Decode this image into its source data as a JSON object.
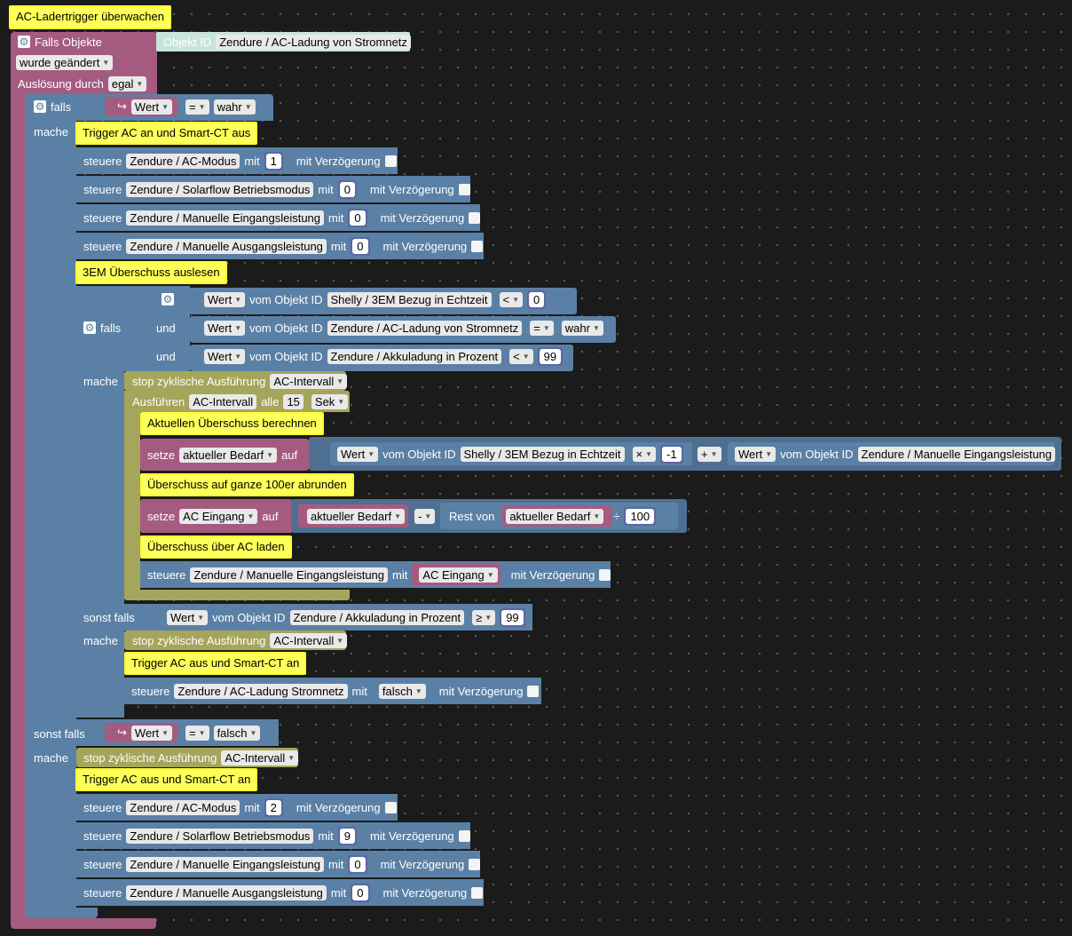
{
  "trigger": {
    "comment": "AC-Ladertrigger überwachen",
    "falls_objekte": "Falls Objekte",
    "objekt_id_label": "Objekt ID",
    "objekt_id_value": "Zendure / AC-Ladung von Stromnetz",
    "wurde_geaendert": "wurde geändert",
    "ausloesung_label": "Auslösung durch",
    "ausloesung_value": "egal"
  },
  "if_outer": {
    "falls": "falls",
    "mache": "mache",
    "sonst_falls": "sonst falls",
    "cond1": {
      "wert": "Wert",
      "op": "=",
      "val": "wahr"
    },
    "cond2": {
      "wert": "Wert",
      "op": "=",
      "val": "falsch"
    }
  },
  "block1": {
    "comment1": "Trigger AC an und Smart-CT aus",
    "controls": [
      {
        "verb": "steuere",
        "obj": "Zendure / AC-Modus",
        "mit": "mit",
        "val": "1",
        "delay": "mit Verzögerung"
      },
      {
        "verb": "steuere",
        "obj": "Zendure / Solarflow Betriebsmodus",
        "mit": "mit",
        "val": "0",
        "delay": "mit Verzögerung"
      },
      {
        "verb": "steuere",
        "obj": "Zendure / Manuelle Eingangsleistung",
        "mit": "mit",
        "val": "0",
        "delay": "mit Verzögerung"
      },
      {
        "verb": "steuere",
        "obj": "Zendure / Manuelle Ausgangsleistung",
        "mit": "mit",
        "val": "0",
        "delay": "mit Verzögerung"
      }
    ],
    "comment2": "3EM Überschuss auslesen"
  },
  "if_inner": {
    "falls": "falls",
    "und": "und",
    "mache": "mache",
    "sonst_falls": "sonst falls",
    "conds": [
      {
        "wert": "Wert",
        "vom": "vom Objekt ID",
        "obj": "Shelly / 3EM Bezug in Echtzeit",
        "op": "<",
        "val": "0"
      },
      {
        "wert": "Wert",
        "vom": "vom Objekt ID",
        "obj": "Zendure / AC-Ladung von Stromnetz",
        "op": "=",
        "val": "wahr"
      },
      {
        "wert": "Wert",
        "vom": "vom Objekt ID",
        "obj": "Zendure / Akkuladung in Prozent",
        "op": "<",
        "val": "99"
      }
    ],
    "else_cond": {
      "wert": "Wert",
      "vom": "vom Objekt ID",
      "obj": "Zendure / Akkuladung in Prozent",
      "op": "≥",
      "val": "99"
    }
  },
  "timer": {
    "stop": "stop zyklische Ausführung",
    "name": "AC-Intervall",
    "ausfuehren": "Ausführen",
    "alle": "alle",
    "interval": "15",
    "unit": "Sek"
  },
  "loop": {
    "comment1": "Aktuellen Überschuss berechnen",
    "setze": "setze",
    "var1": "aktueller Bedarf",
    "auf": "auf",
    "expr1": {
      "wert": "Wert",
      "vom": "vom Objekt ID",
      "obj1": "Shelly / 3EM Bezug in Echtzeit",
      "op_mul": "×",
      "neg": "-1",
      "op_add": "+",
      "wert2": "Wert",
      "vom2": "vom Objekt ID",
      "obj2": "Zendure / Manuelle Eingangsleistung"
    },
    "comment2": "Überschuss auf ganze 100er abrunden",
    "var2": "AC Eingang",
    "expr2": {
      "var": "aktueller Bedarf",
      "op": "-",
      "rest": "Rest von",
      "var2": "aktueller Bedarf",
      "div": "÷",
      "num": "100"
    },
    "comment3": "Überschuss über AC laden",
    "ctrl": {
      "verb": "steuere",
      "obj": "Zendure / Manuelle Eingangsleistung",
      "mit": "mit",
      "val": "AC Eingang",
      "delay": "mit Verzögerung"
    }
  },
  "else_inner": {
    "comment": "Trigger AC aus und Smart-CT an",
    "ctrl": {
      "verb": "steuere",
      "obj": "Zendure / AC-Ladung Stromnetz",
      "mit": "mit",
      "val": "falsch",
      "delay": "mit Verzögerung"
    }
  },
  "block2": {
    "comment": "Trigger AC aus und Smart-CT an",
    "controls": [
      {
        "verb": "steuere",
        "obj": "Zendure / AC-Modus",
        "mit": "mit",
        "val": "2",
        "delay": "mit Verzögerung"
      },
      {
        "verb": "steuere",
        "obj": "Zendure / Solarflow Betriebsmodus",
        "mit": "mit",
        "val": "9",
        "delay": "mit Verzögerung"
      },
      {
        "verb": "steuere",
        "obj": "Zendure / Manuelle Eingangsleistung",
        "mit": "mit",
        "val": "0",
        "delay": "mit Verzögerung"
      },
      {
        "verb": "steuere",
        "obj": "Zendure / Manuelle Ausgangsleistung",
        "mit": "mit",
        "val": "0",
        "delay": "mit Verzögerung"
      }
    ]
  },
  "colors": {
    "trigger": "#a55b80",
    "control": "#5b80a5",
    "timer": "#a5a55b",
    "comment": "#ffff5a",
    "canvas": "#1b1b1b"
  }
}
